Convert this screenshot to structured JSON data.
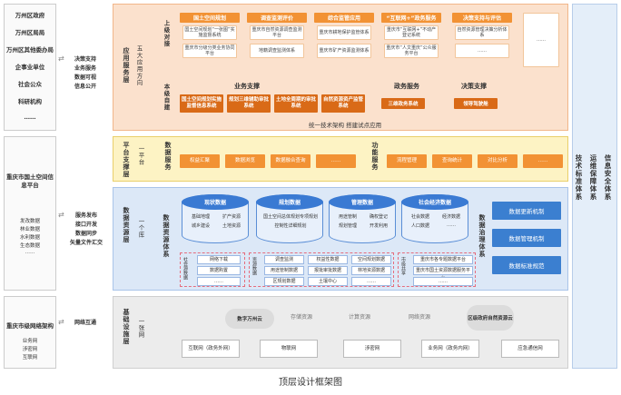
{
  "caption": "顶层设计框架图",
  "left_col": {
    "top_items": [
      "万州区政府",
      "万州区局局",
      "万州区其他委办局",
      "企事业单位",
      "社会公众",
      "科研机构",
      "……"
    ],
    "mid_title": "重庆市国土空间信息平台",
    "mid_items": [
      "发改数据",
      "林业数据",
      "水利数据",
      "生态数据",
      "……"
    ],
    "bottom_title": "重庆市级网络架构",
    "bottom_items": [
      "业务网",
      "涉密网",
      "互联网"
    ]
  },
  "connectors": {
    "top": [
      "决策支持",
      "业务服务",
      "数据可视",
      "信息公开"
    ],
    "mid": [
      "服务发布",
      "接口开发",
      "数据同步",
      "矢量文件汇交"
    ],
    "bottom": [
      "网络互通"
    ]
  },
  "layers": {
    "app": {
      "name": "应用服务层",
      "sub": "五大应用方向",
      "upper": "上级对接",
      "lower": "本级自建"
    },
    "platform": {
      "name": "平台支撑层",
      "sub": "一平台"
    },
    "resource": {
      "name": "数据资源层",
      "sub": "一个库"
    },
    "infra": {
      "name": "基础设施层",
      "sub": "一张网"
    }
  },
  "app": {
    "columns": [
      {
        "title": "国土空间规划",
        "items": [
          "国土空间规划“一张图”实施监督系统",
          "重庆市分级分类业务协同平台"
        ]
      },
      {
        "title": "调查监测评价",
        "items": [
          "重庆市自然资源调查监测平台",
          "地籍调查监测体系"
        ]
      },
      {
        "title": "综合监管应用",
        "items": [
          "重庆市耕地保护监管体系",
          "重庆市矿产资源监测体系"
        ]
      },
      {
        "title": "“互联网+”政务服务",
        "items": [
          "重庆市“互联网+”不动产登记系统",
          "重庆市“人文重庆”公众服务平台"
        ]
      },
      {
        "title": "决策支持与评估",
        "items": [
          "自然资源管理决策分析体系",
          "……"
        ]
      }
    ],
    "extra": "……",
    "biz_support": "业务支撑",
    "local_items": [
      "国土空间规划实施监督信息系统",
      "规划三维辅助审批系统",
      "土地全周期的审批系统",
      "自然资源资产监管系统"
    ],
    "gov_service": "政务服务",
    "gov_item": "三维政务系统",
    "decision": "决策支撑",
    "decision_item": "领导驾驶舱",
    "footer": "统一技术架构 搭建试点应用"
  },
  "platform": {
    "data_service": "数据服务",
    "ds_items": [
      "权益汇聚",
      "数据浏览",
      "数据融合查询",
      "……"
    ],
    "func_service": "功能服务",
    "fs_items": [
      "流程管理",
      "查询统计",
      "对比分析",
      "……"
    ]
  },
  "resource": {
    "system_label": "数据资源体系",
    "governance_label": "数据治理体系",
    "cylinders": [
      {
        "title": "现状数据",
        "items": [
          "基础地理",
          "扩产资源",
          "城乡建设",
          "土地资源"
        ]
      },
      {
        "title": "规划数据",
        "items": [
          "国土空间总体规划专项规划",
          "控制性详细规划"
        ]
      },
      {
        "title": "管理数据",
        "items": [
          "用途管制",
          "确权登记",
          "规划管理",
          "开发利用"
        ]
      },
      {
        "title": "社会经济数据",
        "items": [
          "社会数据",
          "经济数据",
          "人口数据",
          "……"
        ]
      }
    ],
    "bottom_left_label": "社会源数据",
    "bottom_left": [
      "网络下载",
      "数据购置",
      "……"
    ],
    "bottom_mid_label": "资源数据",
    "bottom_mid": [
      "调查监测",
      "权益性数据",
      "空间规划数据",
      "用途管制数据",
      "报批审批数据",
      "林地资源数据",
      "区规划数据",
      "土壤中心",
      "……"
    ],
    "bottom_right_label": "市级共享",
    "bottom_right": [
      "重庆市各专题数据平台",
      "重庆市国土资源数据服务平台",
      "……"
    ],
    "governance": [
      "数据更新机制",
      "数据管理机制",
      "数据标准规范"
    ]
  },
  "infra": {
    "cloud1": "数字万州云",
    "cloud2": "区级政府自然资源云",
    "labels": [
      "存储资源",
      "计算资源",
      "网络资源"
    ],
    "boxes": [
      "互联网（政务外网）",
      "物联网",
      "涉密网",
      "业务网（政务内网）",
      "应急通信网"
    ]
  },
  "right_col": [
    "技术标准体系",
    "运维保障体系",
    "信息安全体系"
  ]
}
